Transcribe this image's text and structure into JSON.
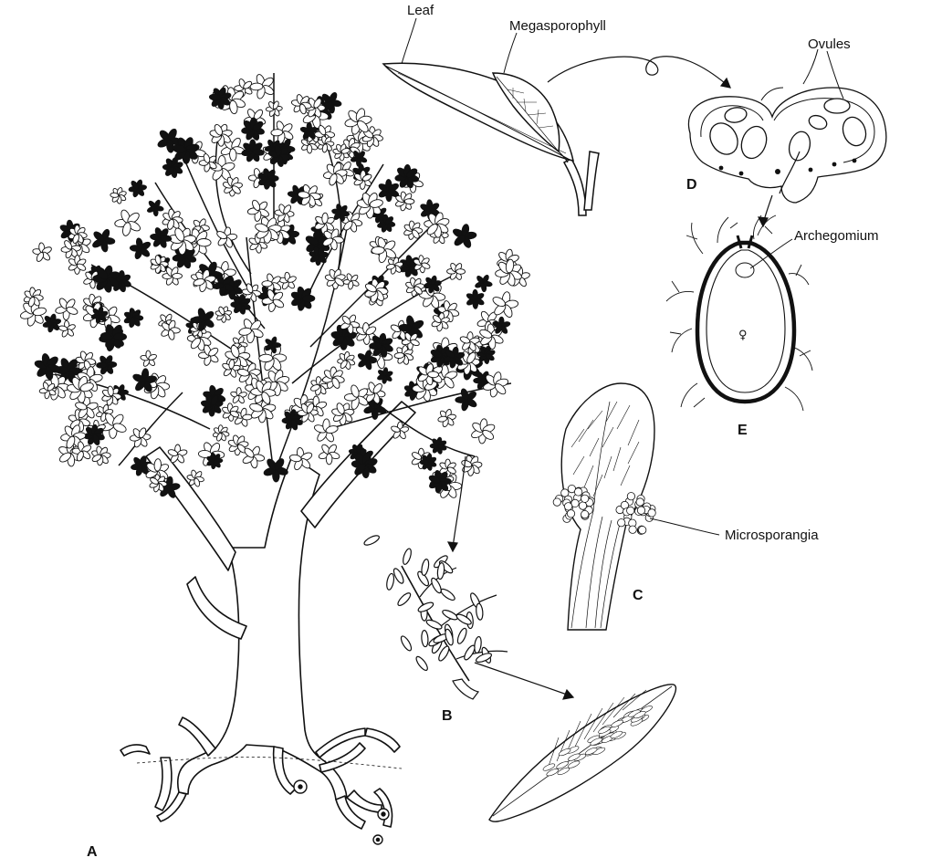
{
  "labels": {
    "leaf": "Leaf",
    "megasporophyll": "Megasporophyll",
    "ovules": "Ovules",
    "archegonium": "Archegomium",
    "microsporangia": "Microsporangia"
  },
  "panel_letters": {
    "a": "A",
    "b": "B",
    "c": "C",
    "d": "D",
    "e": "E"
  },
  "symbols": {
    "female": "♀"
  }
}
